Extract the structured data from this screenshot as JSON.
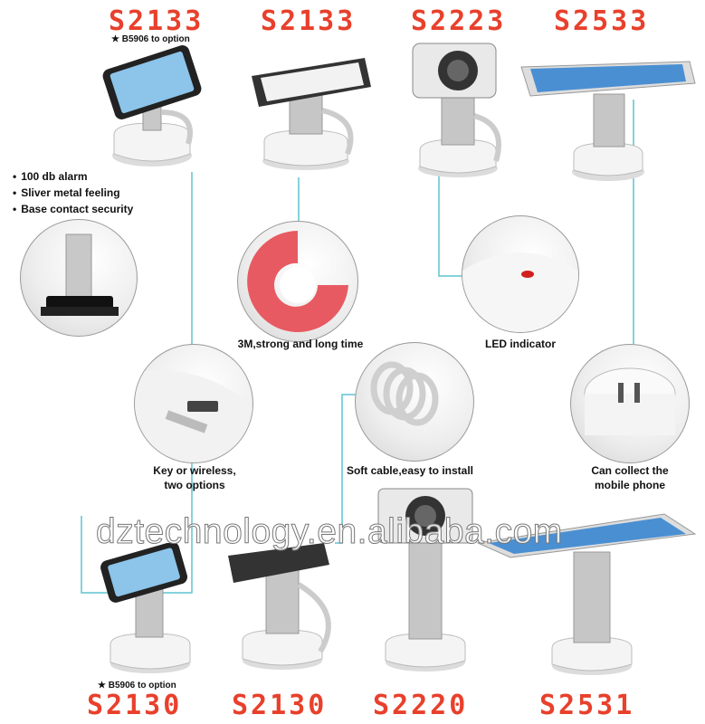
{
  "models_top": [
    "S2133",
    "S2133",
    "S2223",
    "S2533"
  ],
  "models_bottom": [
    "S2130",
    "S2130",
    "S2220",
    "S2531"
  ],
  "notes": {
    "top": "★ B5906 to option",
    "bottom": "★ B5906 to option"
  },
  "features": [
    "100 db alarm",
    "Sliver metal feeling",
    "Base contact security"
  ],
  "captions": {
    "adhesive": "3M,strong and long time",
    "led": "LED indicator",
    "key": [
      "Key or wireless,",
      "two options"
    ],
    "cable": "Soft cable,easy to install",
    "collect": [
      "Can collect the",
      "mobile phone"
    ]
  },
  "watermark": "dztechnology.en.alibaba.com",
  "colors": {
    "model_label": "#e8402c",
    "connector_line": "#5ec4d0"
  }
}
